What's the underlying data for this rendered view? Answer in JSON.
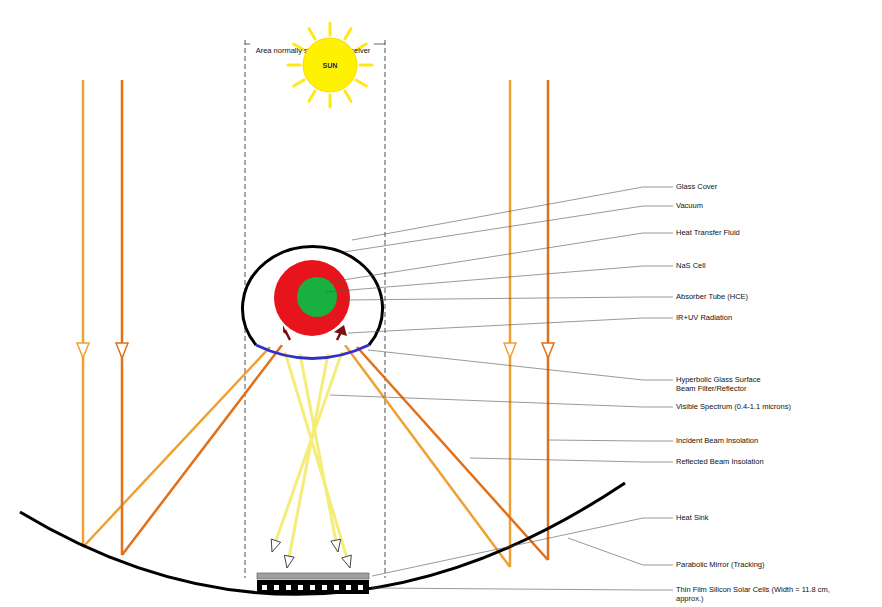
{
  "diagram": {
    "nodes": [
      {
        "text": [
          "SUN"
        ]
      }
    ],
    "labels": [
      "Area normally shaded by Receiver",
      "Glass Cover",
      "Vacuum",
      "Heat Transfer Fluid",
      "NaS Cell",
      "Absorber Tube (HCE)",
      "IR+UV Radiation",
      "Hyperbolic Glass Surface Beam Filter/Reflector",
      "Visible Spectrum (0.4-1.1 microns)",
      "Incident Beam Insolation",
      "Reflected Beam Insolation",
      "Heat Sink",
      "Parabolic Mirror (Tracking)",
      "Thin Film Silicon Solar Cells (Width = 11.8 cm, approx.)"
    ]
  }
}
